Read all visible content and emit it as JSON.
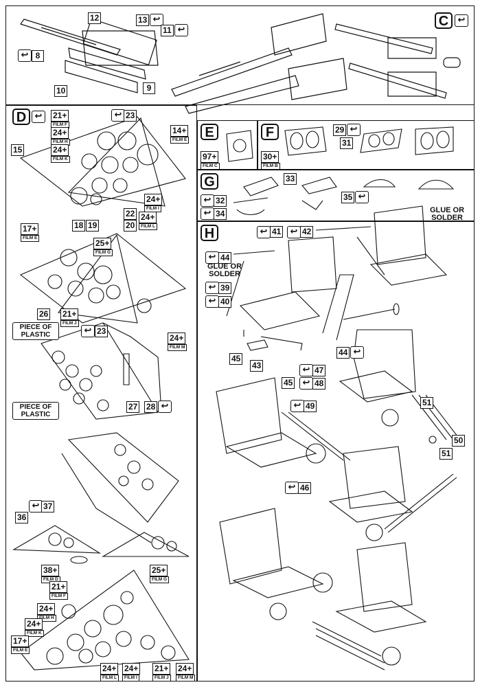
{
  "sections": {
    "C": "C",
    "D": "D",
    "E": "E",
    "F": "F",
    "G": "G",
    "H": "H"
  },
  "return_icon": "↩",
  "c": {
    "p12": "12",
    "p13": "13",
    "p11": "11",
    "p8": "8",
    "p10": "10",
    "p9": "9"
  },
  "d": {
    "p21a": "21+",
    "film_f": "FILM F",
    "p23": "23",
    "p24a": "24+",
    "film_h": "FILM H",
    "p14": "14+",
    "film_e": "FILM E",
    "p24b": "24+",
    "film_k": "FILM K",
    "p15": "15",
    "p24c": "24+",
    "film_i": "FILM I",
    "p22": "22",
    "p24d": "24+",
    "film_l": "FILM L",
    "p17": "17+",
    "film_e2": "FILM E",
    "p18": "18",
    "p19": "19",
    "p20": "20",
    "p25": "25+",
    "film_g": "FILM G",
    "p26": "26",
    "p21b": "21+",
    "film_j": "FILM J",
    "p23b": "23",
    "p24e": "24+",
    "film_m": "FILM M",
    "piece1": "PIECE OF PLASTIC",
    "piece2": "PIECE OF PLASTIC",
    "p27": "27",
    "p28": "28",
    "p36": "36",
    "p37": "37",
    "p38": "38+",
    "film_d": "FILM D",
    "p25b": "25+",
    "film_g2": "FILM G",
    "p21c": "21+",
    "film_f2": "FILM F",
    "p24f": "24+",
    "film_h2": "FILM H",
    "p24g": "24+",
    "film_k2": "FILM K",
    "p17b": "17+",
    "film_e3": "FILM E",
    "p24h": "24+",
    "film_l2": "FILM L",
    "p24i": "24+",
    "film_i2": "FILM I",
    "p21d": "21+",
    "film_j2": "FILM J",
    "p24j": "24+",
    "film_m2": "FILM M"
  },
  "e": {
    "p97": "97+",
    "film_c": "FILM C"
  },
  "f": {
    "p29": "29",
    "p31": "31",
    "p30": "30+",
    "film_b": "FILM B"
  },
  "g": {
    "p33": "33",
    "p32": "32",
    "p34": "34",
    "p35": "35"
  },
  "h": {
    "glue1": "GLUE OR SOLDER",
    "glue2": "GLUE OR SOLDER",
    "p41": "41",
    "p42": "42",
    "p44": "44",
    "p39": "39",
    "p40": "40",
    "p44b": "44",
    "p45": "45",
    "p43": "43",
    "p47": "47",
    "p48": "48",
    "p45b": "45",
    "p49": "49",
    "p51": "51",
    "p50": "50",
    "p51b": "51",
    "p46": "46"
  }
}
